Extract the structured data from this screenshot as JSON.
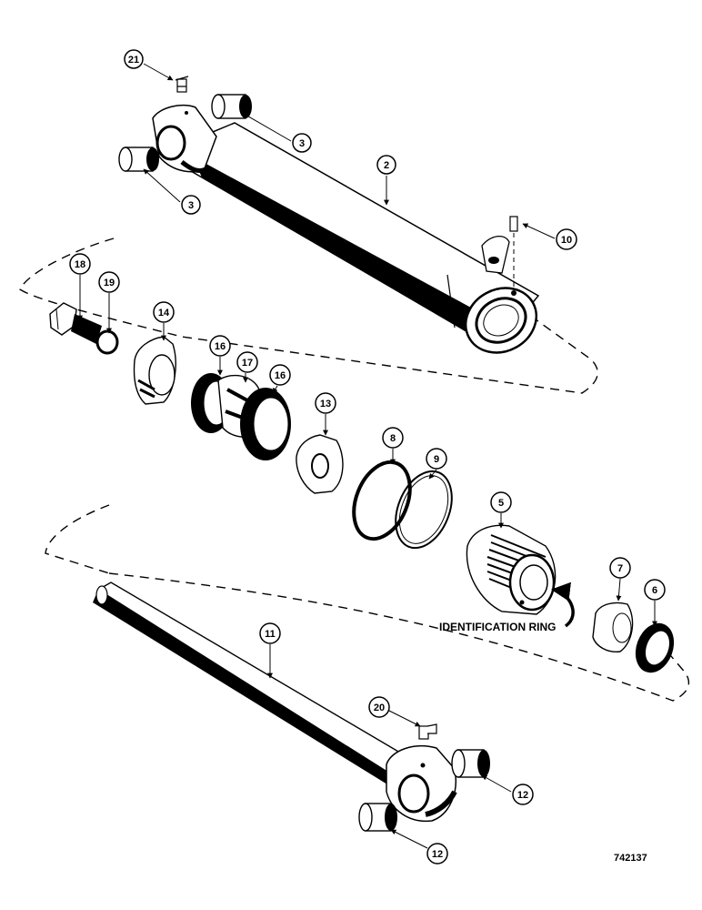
{
  "callouts": {
    "c2": "2",
    "c3a": "3",
    "c3b": "3",
    "c5": "5",
    "c6": "6",
    "c7": "7",
    "c8": "8",
    "c9": "9",
    "c10": "10",
    "c11": "11",
    "c12a": "12",
    "c12b": "12",
    "c13": "13",
    "c14": "14",
    "c16a": "16",
    "c16b": "16",
    "c17": "17",
    "c18": "18",
    "c19": "19",
    "c20": "20",
    "c21": "21"
  },
  "label": "IDENTIFICATION RING",
  "figure_number": "742137"
}
